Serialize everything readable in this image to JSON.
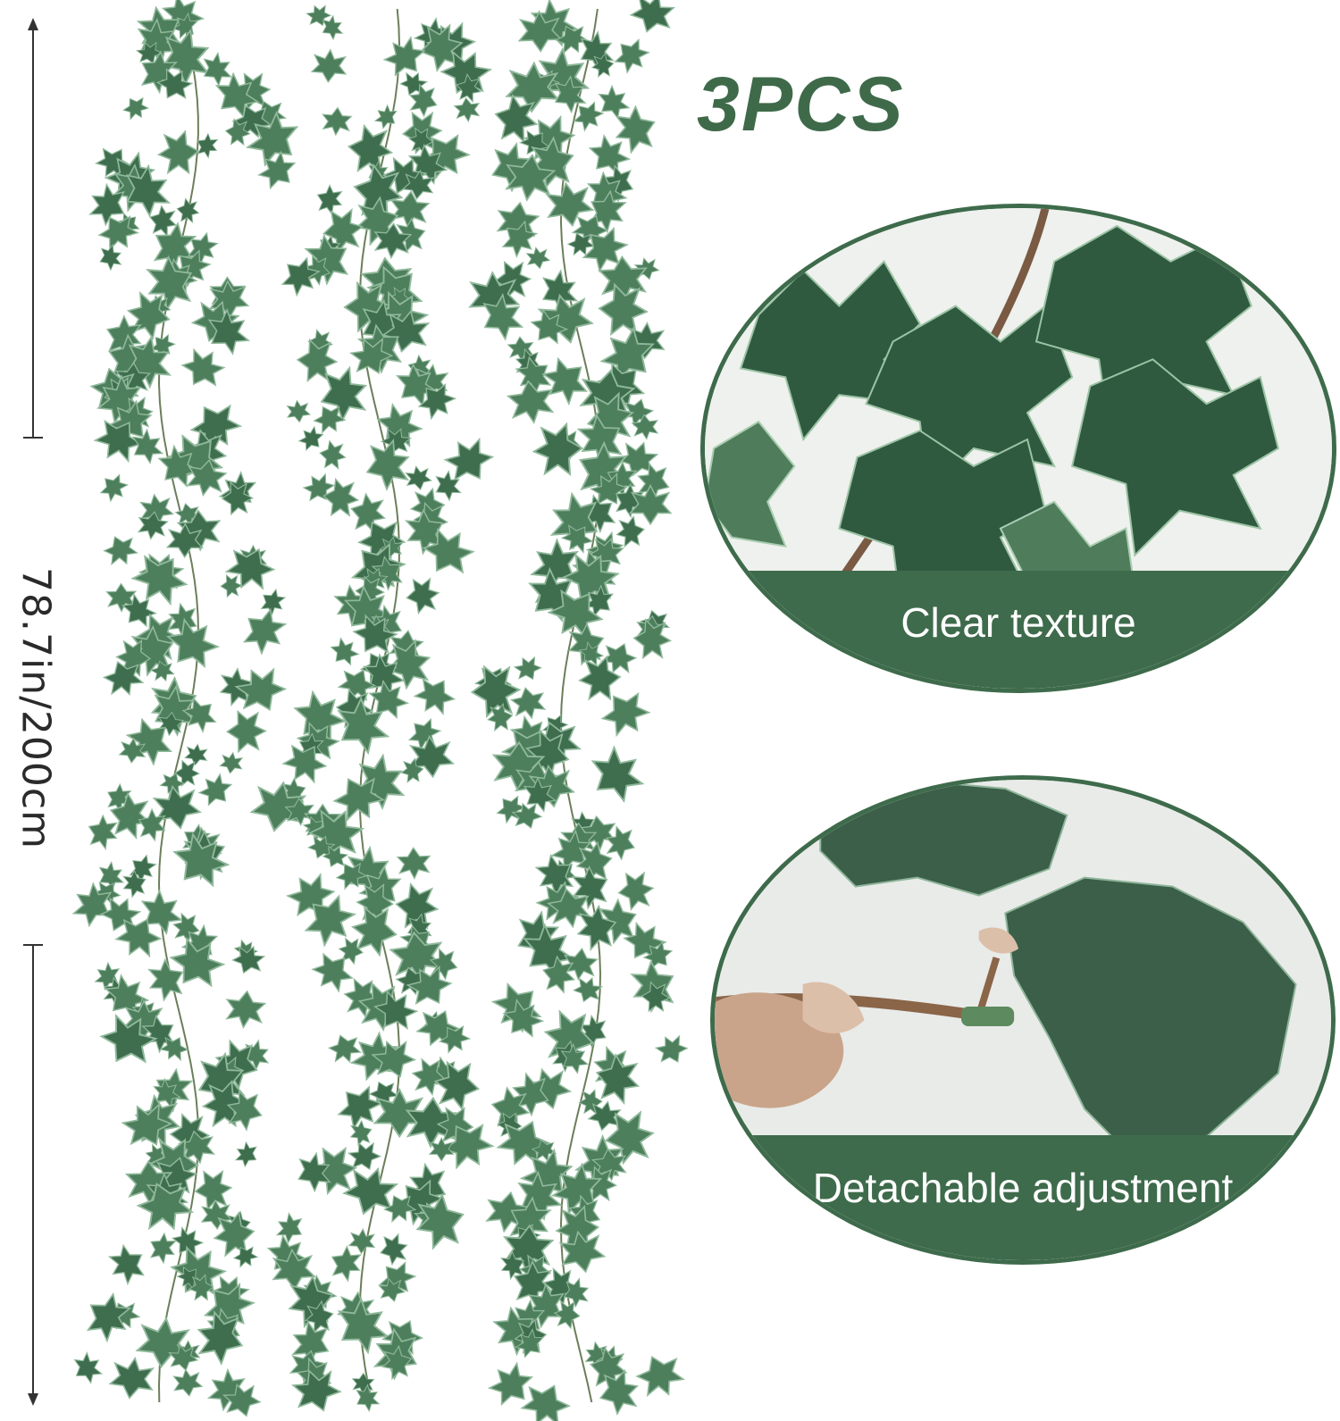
{
  "headline": "3PCS",
  "dimension": {
    "label": "78.7in/200cm"
  },
  "features": [
    {
      "label": "Clear texture",
      "icon": "ivy-leaf-closeup-photo"
    },
    {
      "label": "Detachable adjustment",
      "icon": "hand-detaching-leaf-photo"
    }
  ],
  "colors": {
    "brand_green": "#3e6b4b",
    "leaf": "#4e7f5c",
    "leaf_light": "#8fb89a"
  },
  "garland": {
    "count": 3
  }
}
